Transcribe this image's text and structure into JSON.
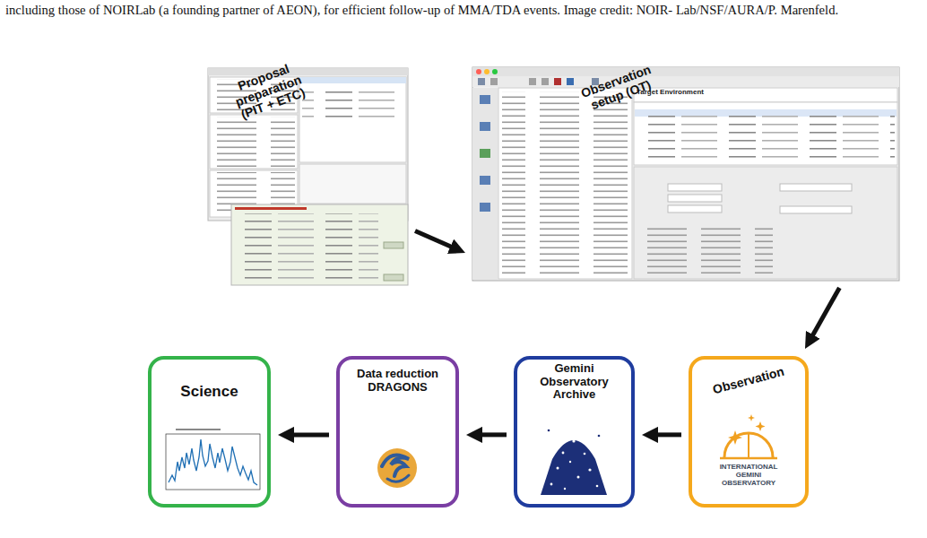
{
  "diagram": {
    "nodes": [
      {
        "text": [
          "Proposal preparation (PIT + ETC)"
        ]
      },
      {
        "text": [
          "Target Environment",
          "Observation setup (OT)"
        ]
      },
      {
        "text": [
          "Observation",
          "INTERNATIONAL GEMINI OBSERVATORY"
        ]
      },
      {
        "text": [
          "Gemini Observatory Archive"
        ]
      },
      {
        "text": [
          "Data reduction DRAGONS"
        ]
      },
      {
        "text": [
          "Science"
        ]
      }
    ],
    "edges": [
      {
        "from": 0,
        "to": 1,
        "arrow": "to"
      },
      {
        "from": 1,
        "to": 2,
        "arrow": "to"
      },
      {
        "from": 2,
        "to": 3,
        "arrow": "to"
      },
      {
        "from": 3,
        "to": 4,
        "arrow": "to"
      },
      {
        "from": 4,
        "to": 5,
        "arrow": "to"
      }
    ],
    "labels": [
      "including those of NOIRLab (a founding partner of AEON), for efficient follow-up of MMA/TDA events. Image credit: NOIR- Lab/NSF/AURA/P. Marenfeld."
    ]
  }
}
